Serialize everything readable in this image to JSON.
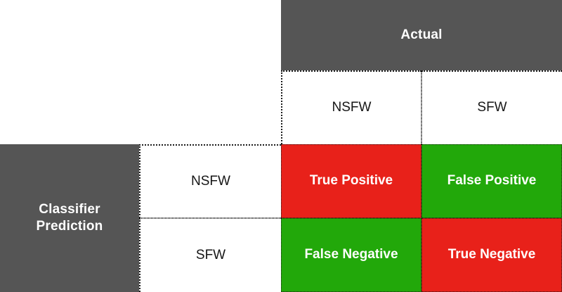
{
  "diagram": {
    "title_actual": "Actual",
    "title_prediction_line1": "Classifier",
    "title_prediction_line2": "Prediction",
    "colors": {
      "header_gray": "#555555",
      "correct_red": "#e8211a",
      "error_green": "#22a80a",
      "background": "#ffffff",
      "grid_line": "#1c1c1c",
      "header_text": "#ffffff",
      "label_text": "#161616"
    },
    "actual_columns": [
      {
        "label": "NSFW"
      },
      {
        "label": "SFW"
      }
    ],
    "predicted_rows": [
      {
        "label": "NSFW"
      },
      {
        "label": "SFW"
      }
    ],
    "quadrants": [
      {
        "key": "true-positive",
        "label": "True Positive",
        "predicted": "NSFW",
        "actual": "NSFW",
        "fill": "#e8211a"
      },
      {
        "key": "false-positive",
        "label": "False Positive",
        "predicted": "NSFW",
        "actual": "SFW",
        "fill": "#22a80a"
      },
      {
        "key": "false-negative",
        "label": "False Negative",
        "predicted": "SFW",
        "actual": "NSFW",
        "fill": "#22a80a"
      },
      {
        "key": "true-negative",
        "label": "True Negative",
        "predicted": "SFW",
        "actual": "SFW",
        "fill": "#e8211a"
      }
    ]
  }
}
